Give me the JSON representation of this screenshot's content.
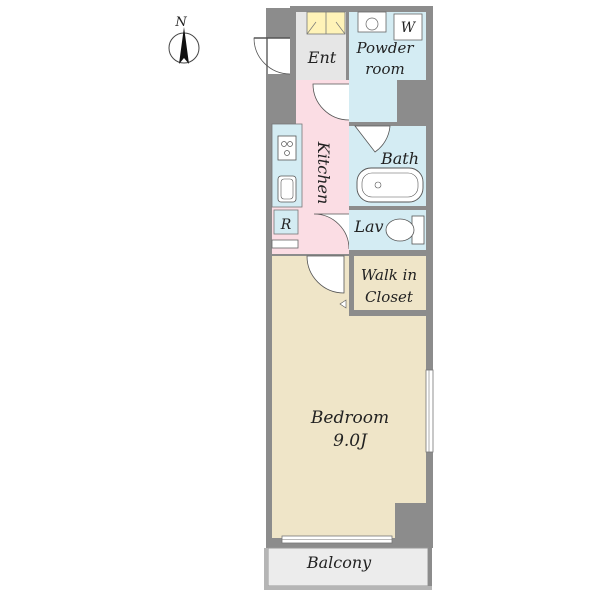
{
  "compass": {
    "label": "N",
    "icon": "north-arrow-icon"
  },
  "rooms": {
    "entrance": "Ent",
    "powder_room_line1": "Powder",
    "powder_room_line2": "room",
    "washer": "W",
    "kitchen": "Kitchen",
    "bath": "Bath",
    "refrigerator": "R",
    "lavatory": "Lav",
    "closet_line1": "Walk in",
    "closet_line2": "Closet",
    "bedroom": "Bedroom",
    "bedroom_size": "9.0J",
    "balcony": "Balcony"
  },
  "colors": {
    "wall": "#8c8c8c",
    "entrance_floor": "#e6e6e6",
    "kitchen_floor": "#fbdde4",
    "wet_area": "#d4ecf3",
    "closet_floor": "#fbf6cd",
    "bedroom_floor": "#efe5c8",
    "balcony_floor": "#ececec",
    "shoe_box": "#fff3b8"
  }
}
